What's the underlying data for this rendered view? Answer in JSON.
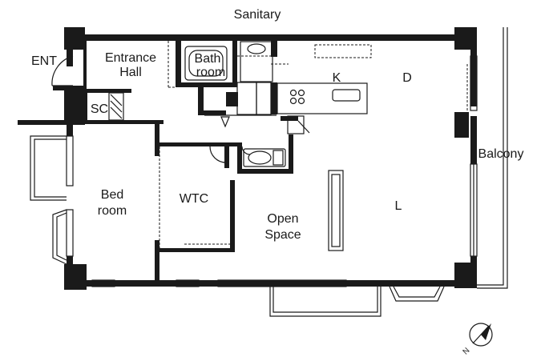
{
  "labels": {
    "sanitary": "Sanitary",
    "ent": "ENT",
    "entrance_hall_1": "Entrance",
    "entrance_hall_2": "Hall",
    "bathroom_1": "Bath",
    "bathroom_2": "room",
    "sc": "SC",
    "kitchen": "K",
    "dining": "D",
    "balcony": "Balcony",
    "bedroom_1": "Bed",
    "bedroom_2": "room",
    "wtc": "WTC",
    "open_space_1": "Open",
    "open_space_2": "Space",
    "living": "L",
    "compass": "N"
  },
  "colors": {
    "wall": "#1a1a1a",
    "background": "#ffffff"
  }
}
